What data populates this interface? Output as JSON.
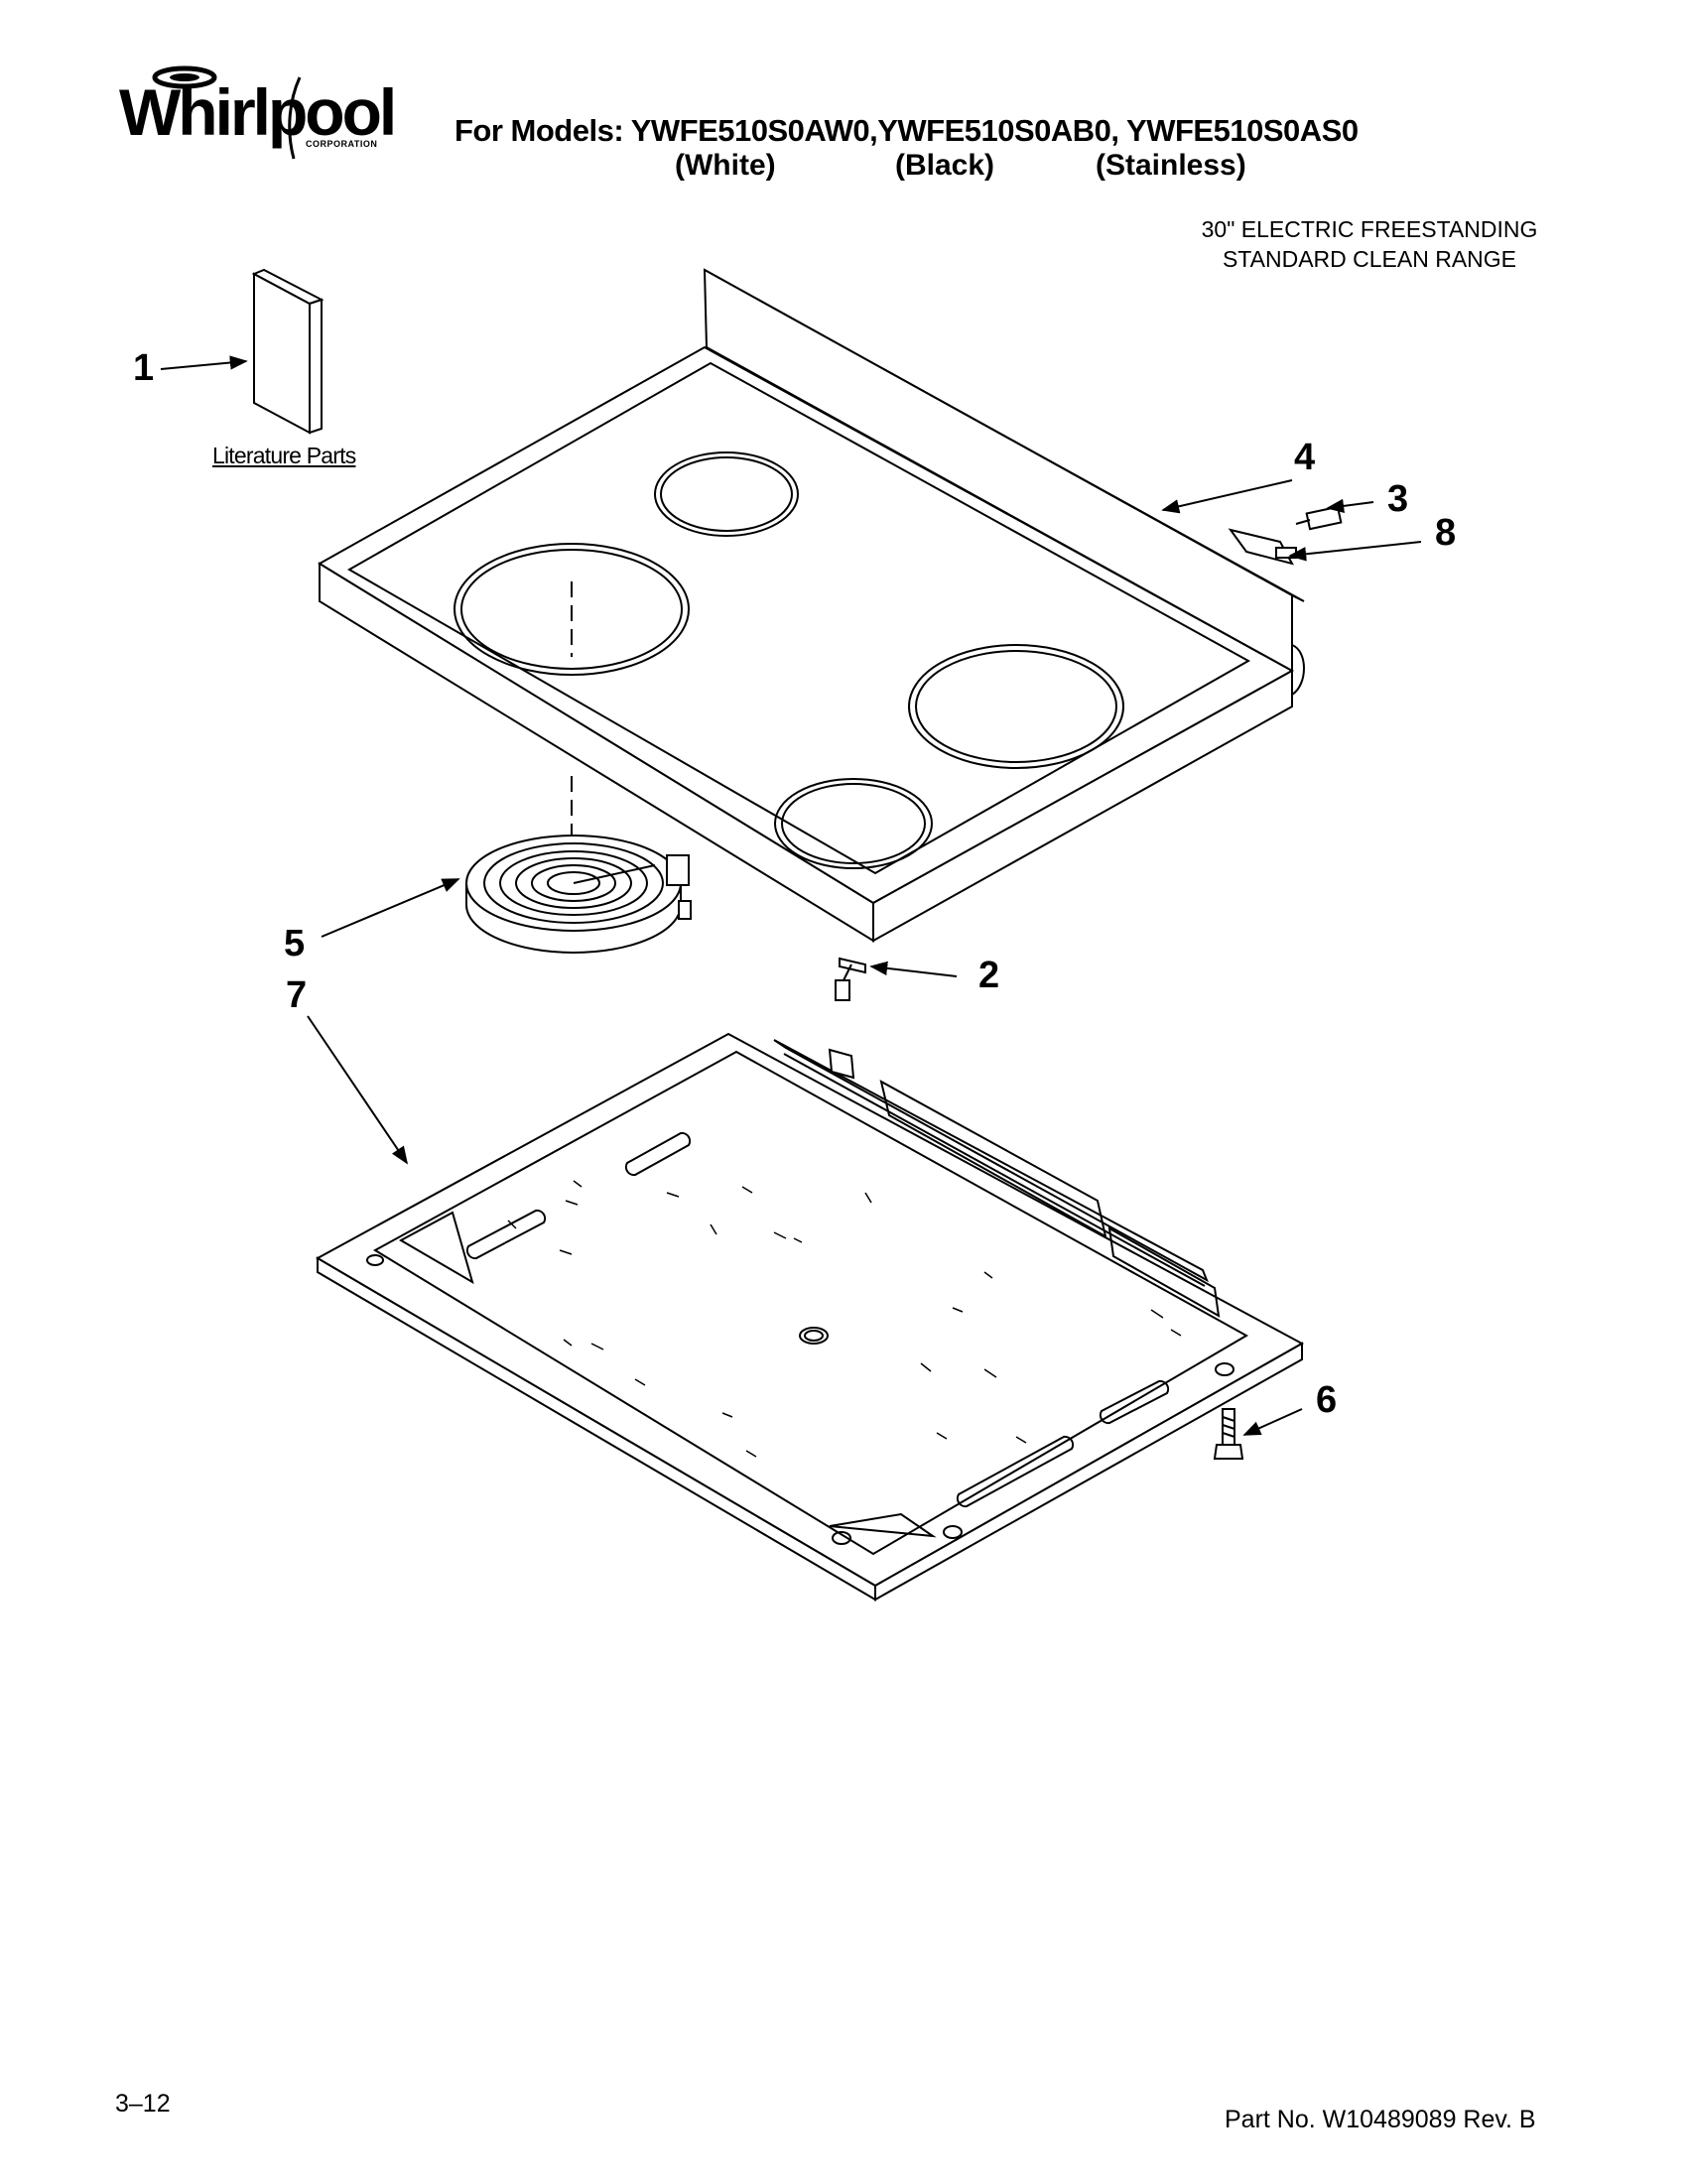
{
  "brand": {
    "wordmark": "Whirlpool",
    "subline": "CORPORATION"
  },
  "header": {
    "models_line": "For Models: YWFE510S0AW0,YWFE510S0AB0, YWFE510S0AS0",
    "variants": [
      "(White)",
      "(Black)",
      "(Stainless)"
    ],
    "subtitle_line1": "30\" ELECTRIC FREESTANDING",
    "subtitle_line2": "STANDARD CLEAN RANGE"
  },
  "literature_label": "Literature Parts",
  "callouts": [
    "1",
    "2",
    "3",
    "4",
    "5",
    "6",
    "7",
    "8"
  ],
  "footer": {
    "page": "3–12",
    "part_no": "Part No. W10489089 Rev. B"
  }
}
